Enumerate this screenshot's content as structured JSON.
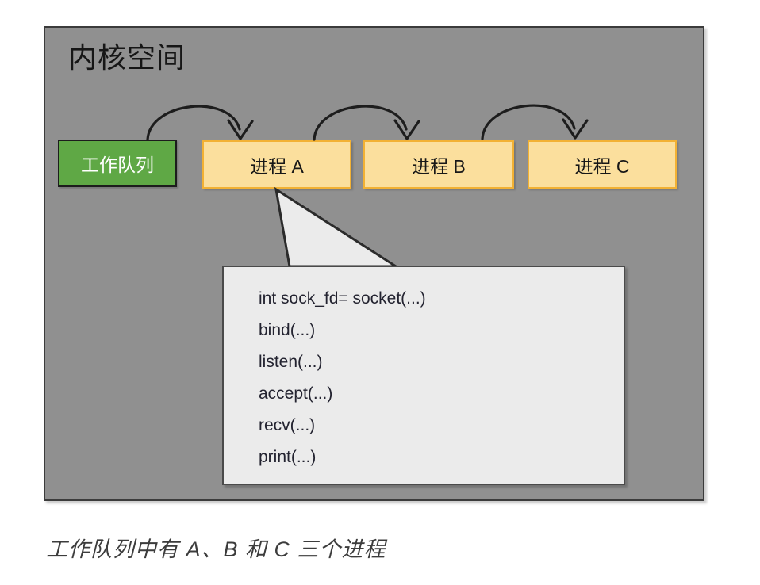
{
  "panel": {
    "title": "内核空间",
    "bg_color": "#909090",
    "border_color": "#3b3b3b"
  },
  "nodes": [
    {
      "id": "queue",
      "label": "工作队列",
      "fill": "#5fa845",
      "border": "#1c1c1c",
      "text_color": "#ffffff"
    },
    {
      "id": "proc_a",
      "label": "进程 A",
      "fill": "#fbdf9d",
      "border": "#f2b134",
      "text_color": "#171717"
    },
    {
      "id": "proc_b",
      "label": "进程 B",
      "fill": "#fbdf9d",
      "border": "#f2b134",
      "text_color": "#171717"
    },
    {
      "id": "proc_c",
      "label": "进程 C",
      "fill": "#fbdf9d",
      "border": "#f2b134",
      "text_color": "#171717"
    }
  ],
  "arrows": [
    {
      "from": "queue",
      "to": "proc_a"
    },
    {
      "from": "proc_a",
      "to": "proc_b"
    },
    {
      "from": "proc_b",
      "to": "proc_c"
    }
  ],
  "callout": {
    "source_node": "proc_a",
    "fill": "#ebebeb",
    "border": "#4a4a4a",
    "code_lines": [
      "int sock_fd= socket(...)",
      "bind(...)",
      "listen(...)",
      "accept(...)",
      "recv(...)",
      "print(...)"
    ]
  },
  "caption": "工作队列中有 A、B 和 C 三个进程"
}
